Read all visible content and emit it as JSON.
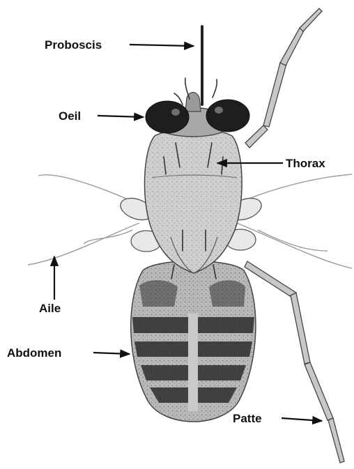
{
  "diagram": {
    "labels": {
      "proboscis": "Proboscis",
      "oeil": "Oeil",
      "thorax": "Thorax",
      "aile": "Aile",
      "abdomen": "Abdomen",
      "patte": "Patte"
    }
  }
}
